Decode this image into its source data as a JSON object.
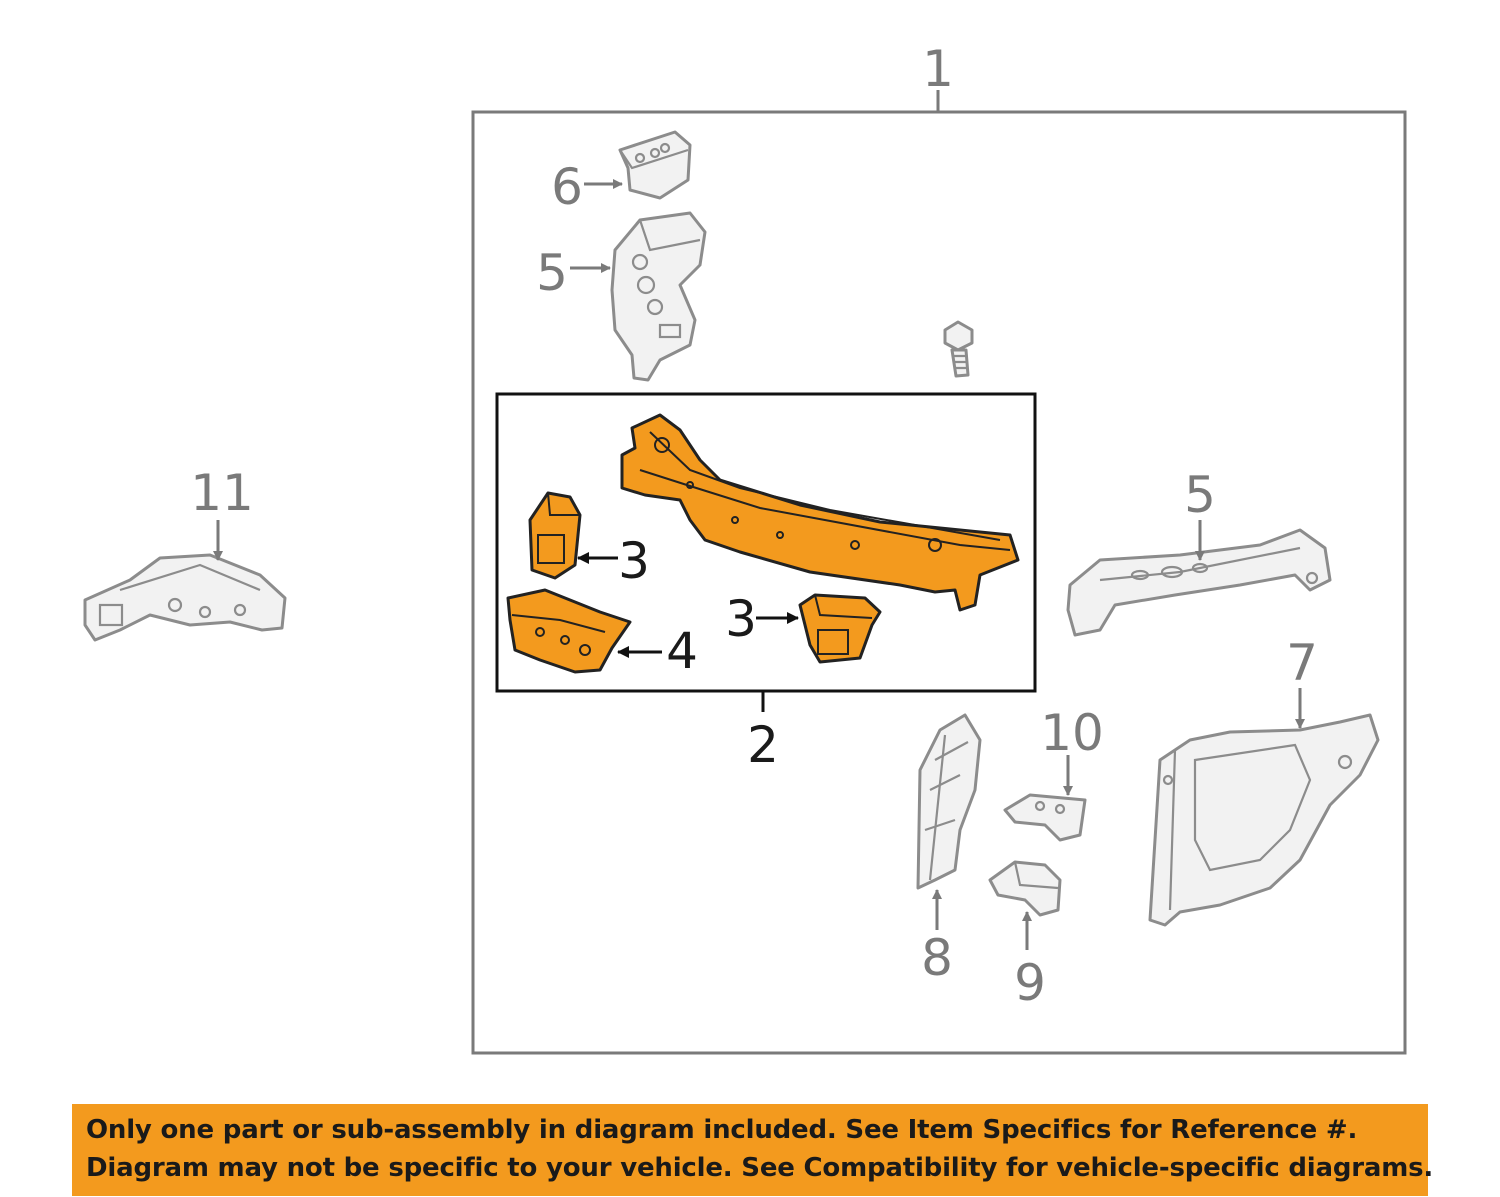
{
  "diagram": {
    "callouts": {
      "c1": "1",
      "c2": "2",
      "c3a": "3",
      "c3b": "3",
      "c4": "4",
      "c5a": "5",
      "c5b": "5",
      "c6": "6",
      "c7": "7",
      "c8": "8",
      "c9": "9",
      "c10": "10",
      "c11": "11"
    },
    "colors": {
      "highlight": "#f39a1e",
      "part_outline": "#8c8c8c",
      "banner": "#f39a1e"
    }
  },
  "notice": {
    "line1": "Only one part or sub-assembly in diagram included. See Item Specifics for Reference #.",
    "line2": "Diagram may not be specific to your vehicle. See Compatibility for vehicle-specific diagrams."
  }
}
